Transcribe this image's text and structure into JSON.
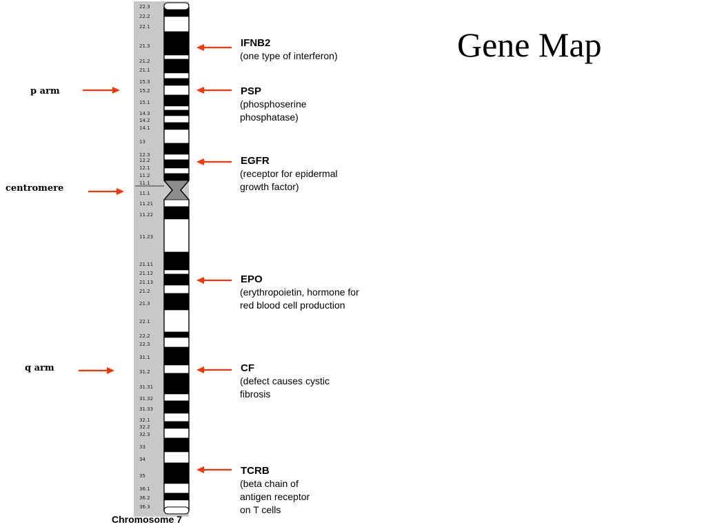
{
  "title": "Gene Map",
  "chromosome_label": "Chromosome 7",
  "colors": {
    "arrow": "#ff3300",
    "band_dark": "#000000",
    "band_light": "#ffffff",
    "band_gray": "#8c8c8c",
    "strip_bg": "#c8c8c8"
  },
  "band_labels": [
    "22.3",
    "22.2",
    "22.1",
    "21.3",
    "21.2",
    "21.1",
    "15.3",
    "15.2",
    "15.1",
    "14.3",
    "14.2",
    "14.1",
    "13",
    "12.3",
    "12.2",
    "12.1",
    "11.2",
    "11.1",
    "11.1",
    "11.21",
    "11.22",
    "11.23",
    "21.11",
    "21.12",
    "21.13",
    "21.2",
    "21.3",
    "22.1",
    "22.2",
    "22.3",
    "31.1",
    "31.2",
    "31.31",
    "31.32",
    "31.33",
    "32.1",
    "32.2",
    "32.3",
    "33",
    "34",
    "35",
    "36.1",
    "36.2",
    "36.3"
  ],
  "arms": [
    {
      "label": "p arm"
    },
    {
      "label": "centromere"
    },
    {
      "label": "q arm"
    }
  ],
  "genes": [
    {
      "name": "IFNB2",
      "desc": [
        "(one type of interferon)"
      ]
    },
    {
      "name": "PSP",
      "desc": [
        "(phosphoserine",
        "phosphatase)"
      ]
    },
    {
      "name": "EGFR",
      "desc": [
        "(receptor for epidermal",
        "growth factor)"
      ]
    },
    {
      "name": "EPO",
      "desc": [
        "(erythropoietin, hormone for",
        "red blood cell production"
      ]
    },
    {
      "name": "CF",
      "desc": [
        "(defect causes cystic",
        "fibrosis"
      ]
    },
    {
      "name": "TCRB",
      "desc": [
        "(beta chain of",
        "antigen receptor",
        "on T cells"
      ]
    }
  ]
}
